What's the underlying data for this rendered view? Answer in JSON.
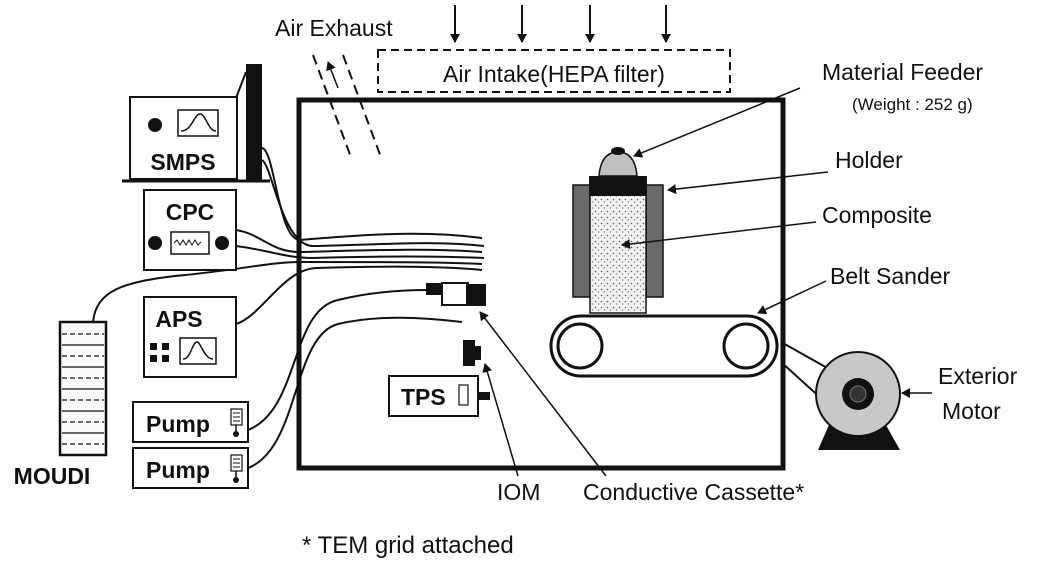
{
  "labels": {
    "air_exhaust": "Air Exhaust",
    "air_intake": "Air Intake(HEPA filter)",
    "material_feeder": "Material Feeder",
    "weight": "(Weight : 252 g)",
    "holder": "Holder",
    "composite": "Composite",
    "belt_sander": "Belt Sander",
    "exterior_motor_line1": "Exterior",
    "exterior_motor_line2": "Motor",
    "smps": "SMPS",
    "cpc": "CPC",
    "aps": "APS",
    "pump_1": "Pump",
    "pump_2": "Pump",
    "moudi": "MOUDI",
    "tps": "TPS",
    "iom": "IOM",
    "conductive_cassette": "Conductive Cassette*",
    "footnote": "* TEM grid attached"
  },
  "colors": {
    "line": "#111111",
    "holder_gray": "#6b6b6b",
    "motor_gray": "#c8c8c8",
    "composite_fill": "#efefef"
  }
}
